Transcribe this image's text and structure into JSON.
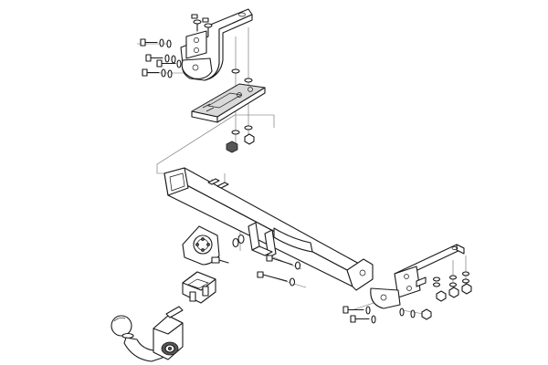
{
  "diagram": {
    "type": "exploded-assembly-drawing",
    "line_color": "#1a1a1a",
    "fill_color": "#ffffff",
    "shade_color": "#d9d9d9",
    "components": [
      "upper-left-mounting-bracket",
      "left-spacer-plate",
      "main-crossbar",
      "right-mounting-bracket",
      "socket-plate",
      "ball-lock-housing",
      "detachable-tow-ball-neck",
      "bolts-and-washers",
      "nuts"
    ]
  }
}
